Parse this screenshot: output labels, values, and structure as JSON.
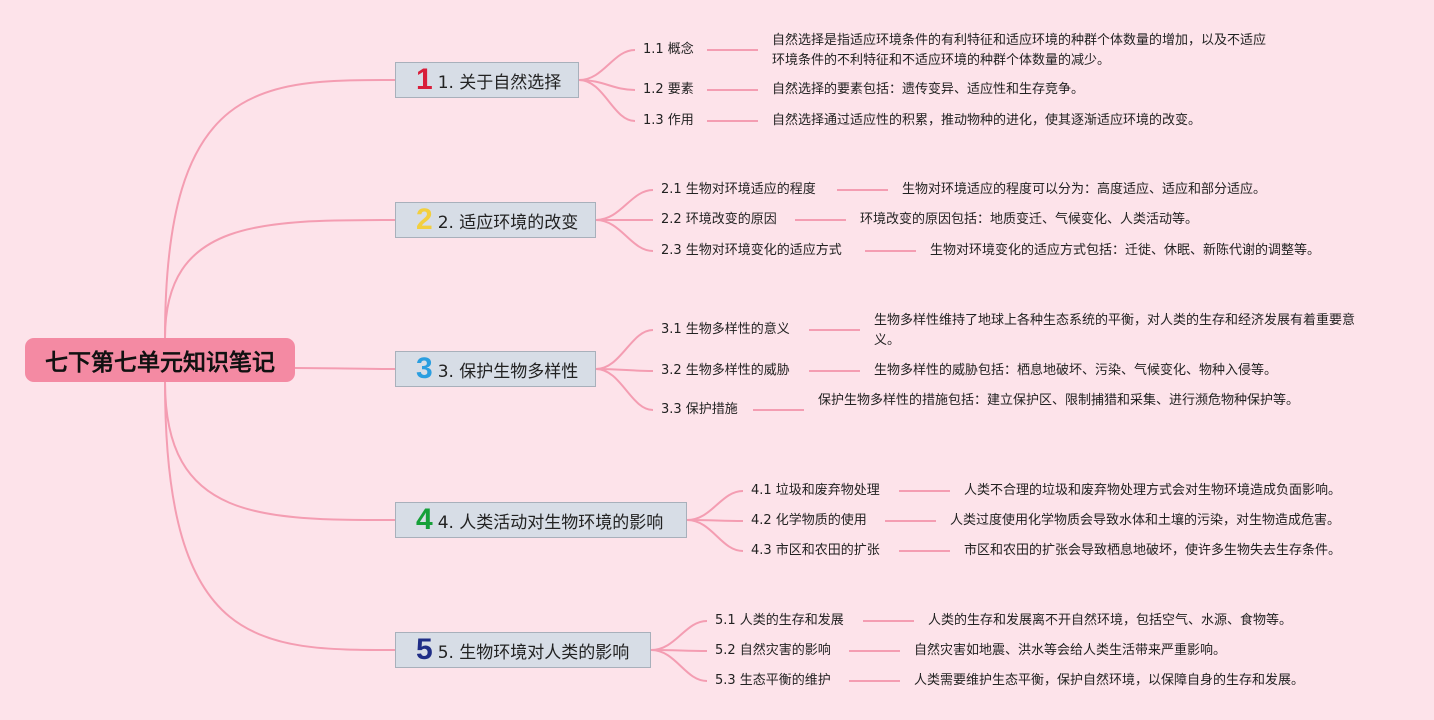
{
  "colors": {
    "background": "#fde3ea",
    "root_fill": "#f48aa3",
    "branch_fill": "#d7dde6",
    "branch_border": "#a8b0bb",
    "connector": "#f49db2"
  },
  "root": {
    "label": "七下第七单元知识笔记"
  },
  "branches": [
    {
      "number": "1",
      "number_color": "#d81e3a",
      "label": "1. 关于自然选择",
      "children": [
        {
          "label": "1.1 概念",
          "detail": "自然选择是指适应环境条件的有利特征和适应环境的种群个体数量的增加，以及不适应环境条件的不利特征和不适应环境的种群个体数量的减少。"
        },
        {
          "label": "1.2 要素",
          "detail": "自然选择的要素包括：遗传变异、适应性和生存竞争。"
        },
        {
          "label": "1.3 作用",
          "detail": "自然选择通过适应性的积累，推动物种的进化，使其逐渐适应环境的改变。"
        }
      ]
    },
    {
      "number": "2",
      "number_color": "#f3cf3e",
      "label": "2. 适应环境的改变",
      "children": [
        {
          "label": "2.1 生物对环境适应的程度",
          "detail": "生物对环境适应的程度可以分为：高度适应、适应和部分适应。"
        },
        {
          "label": "2.2 环境改变的原因",
          "detail": "环境改变的原因包括：地质变迁、气候变化、人类活动等。"
        },
        {
          "label": "2.3 生物对环境变化的适应方式",
          "detail": "生物对环境变化的适应方式包括：迁徙、休眠、新陈代谢的调整等。"
        }
      ]
    },
    {
      "number": "3",
      "number_color": "#2a9ee0",
      "label": "3. 保护生物多样性",
      "children": [
        {
          "label": "3.1 生物多样性的意义",
          "detail": "生物多样性维持了地球上各种生态系统的平衡，对人类的生存和经济发展有着重要意义。"
        },
        {
          "label": "3.2 生物多样性的威胁",
          "detail": "生物多样性的威胁包括：栖息地破坏、污染、气候变化、物种入侵等。"
        },
        {
          "label": "3.3 保护措施",
          "detail": "保护生物多样性的措施包括：建立保护区、限制捕猎和采集、进行濒危物种保护等。"
        }
      ]
    },
    {
      "number": "4",
      "number_color": "#16a039",
      "label": "4. 人类活动对生物环境的影响",
      "children": [
        {
          "label": "4.1 垃圾和废弃物处理",
          "detail": "人类不合理的垃圾和废弃物处理方式会对生物环境造成负面影响。"
        },
        {
          "label": "4.2 化学物质的使用",
          "detail": "人类过度使用化学物质会导致水体和土壤的污染，对生物造成危害。"
        },
        {
          "label": "4.3 市区和农田的扩张",
          "detail": "市区和农田的扩张会导致栖息地破坏，使许多生物失去生存条件。"
        }
      ]
    },
    {
      "number": "5",
      "number_color": "#1f2d86",
      "label": "5. 生物环境对人类的影响",
      "children": [
        {
          "label": "5.1 人类的生存和发展",
          "detail": "人类的生存和发展离不开自然环境，包括空气、水源、食物等。"
        },
        {
          "label": "5.2 自然灾害的影响",
          "detail": "自然灾害如地震、洪水等会给人类生活带来严重影响。"
        },
        {
          "label": "5.3 生态平衡的维护",
          "detail": "人类需要维护生态平衡，保护自然环境，以保障自身的生存和发展。"
        }
      ]
    }
  ]
}
